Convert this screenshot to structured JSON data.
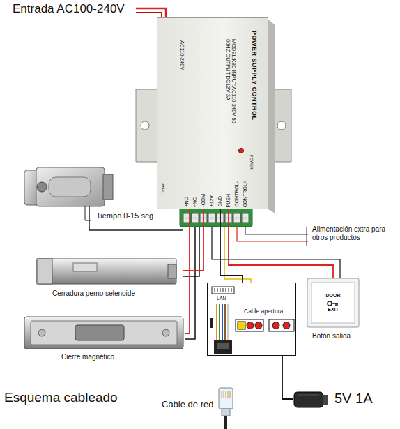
{
  "diagram": {
    "title": "Esquema cableado",
    "nodes": [
      {
        "text": [
          "POWER SUPPLY CONTROL",
          "MODEL:K80 INPUT:AC110-240V 50-60HZ OUTPUT:DC12V 3A",
          "AC110-240V",
          "POWER"
        ]
      },
      {
        "text": [
          "Cerradura perno selenoide"
        ]
      },
      {
        "text": [
          "Cierre magnético"
        ]
      },
      {
        "text": [
          "LAN",
          "Cable apertura"
        ]
      },
      {
        "text": [
          "DOOR EXIT",
          "Botón salida"
        ]
      },
      {
        "text": [
          "5V 1A"
        ]
      }
    ],
    "edges": [
      {
        "from": 0,
        "to": 1,
        "arrow": "none"
      },
      {
        "from": 0,
        "to": 2,
        "arrow": "none"
      },
      {
        "from": 0,
        "to": 3,
        "arrow": "none"
      },
      {
        "from": 0,
        "to": 4,
        "arrow": "none"
      },
      {
        "from": 3,
        "to": 5,
        "arrow": "none"
      }
    ],
    "labels": [
      "Entrada AC100-240V",
      "Timer",
      "+NO",
      "+NC",
      "-COM",
      "+12V",
      "GND",
      "PUSH",
      "CONTROL-",
      "CONTROL+",
      "Tiempo 0-15 seg",
      "Alimentación extra para otros productos",
      "Cable de red"
    ]
  }
}
